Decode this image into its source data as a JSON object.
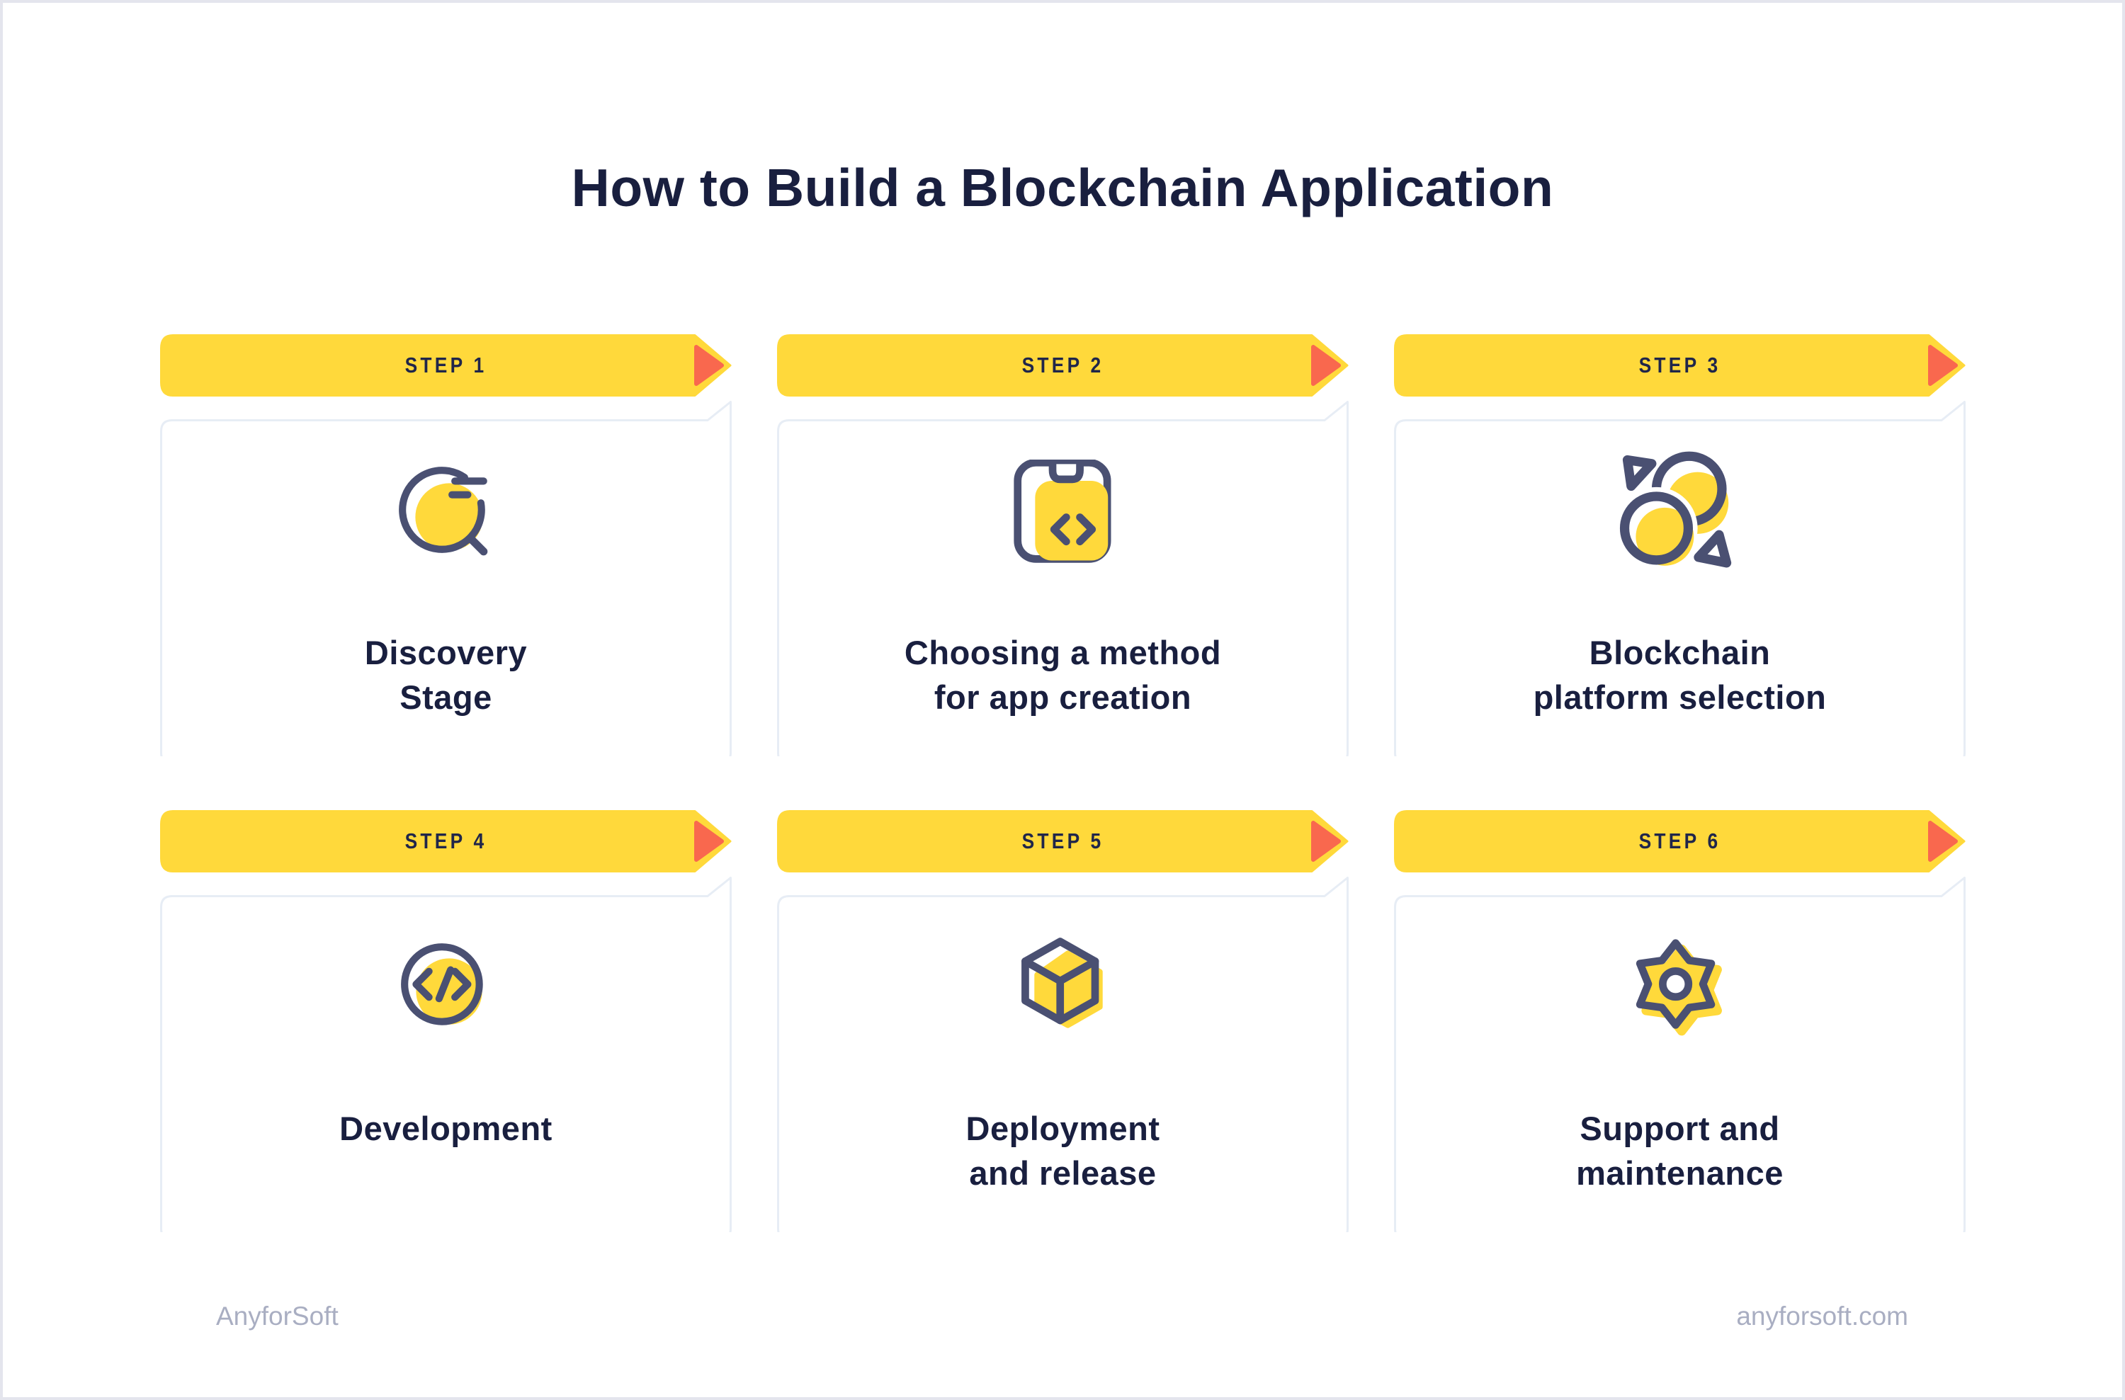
{
  "title": "How to Build a Blockchain Application",
  "steps": [
    {
      "badge": "STEP 1",
      "label": "Discovery\nStage",
      "icon": "magnifier-icon"
    },
    {
      "badge": "STEP 2",
      "label": "Choosing a method\nfor app creation",
      "icon": "phone-code-icon"
    },
    {
      "badge": "STEP 3",
      "label": "Blockchain\nplatform selection",
      "icon": "coins-icon"
    },
    {
      "badge": "STEP 4",
      "label": "Development",
      "icon": "code-circle-icon"
    },
    {
      "badge": "STEP 5",
      "label": "Deployment\nand release",
      "icon": "cube-icon"
    },
    {
      "badge": "STEP 6",
      "label": "Support and\nmaintenance",
      "icon": "gear-icon"
    }
  ],
  "footer": {
    "brand": "AnyforSoft",
    "website": "anyforsoft.com"
  },
  "colors": {
    "ribbon_yellow": "#FFD93B",
    "arrow_orange_red": "#F9684E",
    "text_navy": "#191F3F",
    "badge_navy": "#20264A",
    "icon_stroke_navy": "#4A5072",
    "icon_fill_yellow": "#FFD93B",
    "card_border": "#E7EDF5",
    "footer_gray": "#A9AEC2",
    "page_border": "#E4E5ED",
    "background": "#FFFFFF"
  }
}
